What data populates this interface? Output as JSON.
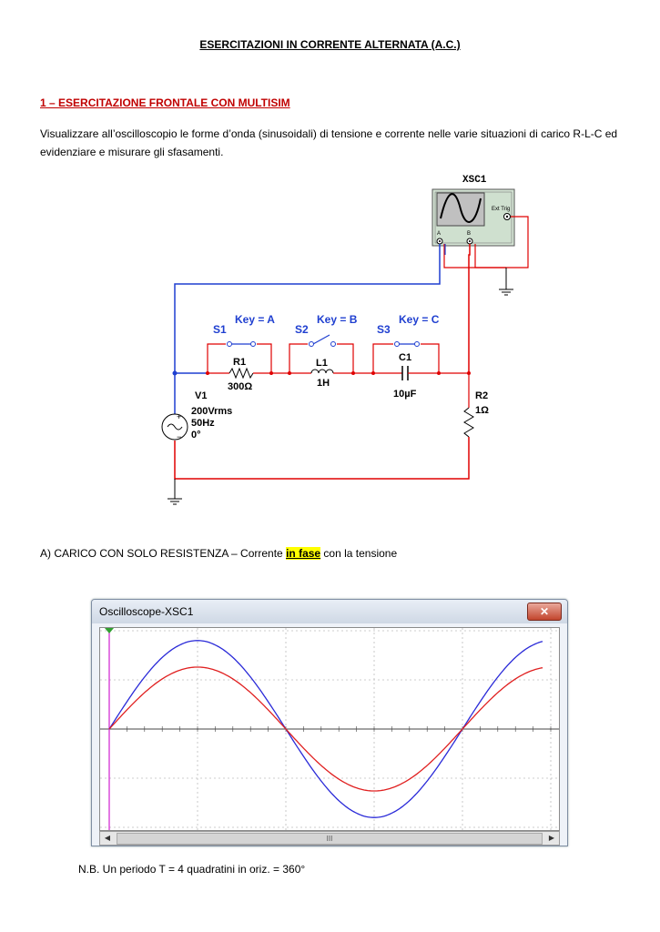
{
  "page_title": "ESERCITAZIONI IN CORRENTE ALTERNATA (A.C.)",
  "section_heading": "1 – ESERCITAZIONE FRONTALE CON MULTISIM",
  "intro_text": "Visualizzare all’oscilloscopio le forme d’onda (sinusoidali) di tensione e corrente nelle varie situazioni di carico R-L-C ed evidenziare e misurare gli sfasamenti.",
  "circuit": {
    "scope_label": "XSC1",
    "ext_trig": "Ext Trig",
    "ch_a": "A",
    "ch_b": "B",
    "switches": [
      {
        "name": "S1",
        "key": "Key = A"
      },
      {
        "name": "S2",
        "key": "Key = B"
      },
      {
        "name": "S3",
        "key": "Key = C"
      }
    ],
    "r1": {
      "name": "R1",
      "value": "300Ω"
    },
    "l1": {
      "name": "L1",
      "value": "1H"
    },
    "c1": {
      "name": "C1",
      "value": "10µF"
    },
    "v1": {
      "name": "V1",
      "v": "200Vrms",
      "f": "50Hz",
      "phase": "0°"
    },
    "r2": {
      "name": "R2",
      "value": "1Ω"
    },
    "colors": {
      "wire_blue": "#1f3fd0",
      "wire_red": "#e00000",
      "label_blue": "#1f3fd0"
    }
  },
  "case_a": {
    "prefix": "A) CARICO CON SOLO RESISTENZA – Corrente ",
    "highlight": "in fase",
    "suffix": " con la tensione"
  },
  "oscilloscope": {
    "window_title": "Oscilloscope-XSC1",
    "close_label": "✕",
    "scroll_grip": "III"
  },
  "note": "N.B. Un periodo T = 4 quadratini in oriz. = 360°",
  "chart_data": {
    "type": "line",
    "title": "",
    "xlabel": "",
    "ylabel": "",
    "x_divisions": 10,
    "y_divisions": 4,
    "period_divisions": 4,
    "series": [
      {
        "color": "#2a2ad8",
        "amplitude_div": 1.0,
        "phase_deg": 0
      },
      {
        "color": "#e02020",
        "amplitude_div": 0.7,
        "phase_deg": 0
      }
    ],
    "grid": true
  }
}
